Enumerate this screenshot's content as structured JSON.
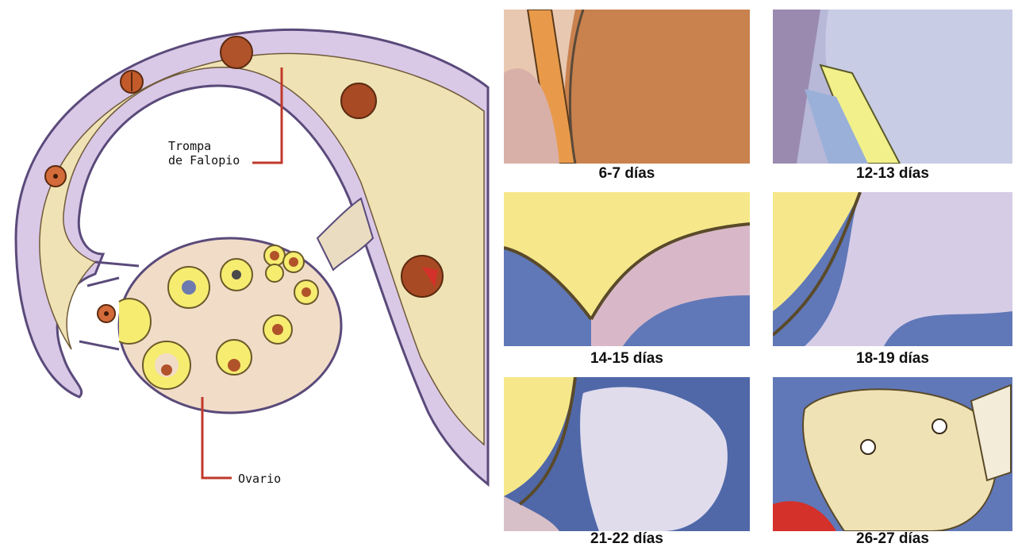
{
  "left_diagram": {
    "tube_label_line1": "Trompa",
    "tube_label_line2": "de Falopio",
    "ovary_label": "Ovario"
  },
  "stages": [
    {
      "caption": "6-7 días"
    },
    {
      "caption": "12-13 días"
    },
    {
      "caption": "14-15 días"
    },
    {
      "caption": "18-19 días"
    },
    {
      "caption": "21-22 días"
    },
    {
      "caption": "26-27 días"
    }
  ],
  "colors": {
    "tube_fill": "#efe2b4",
    "tube_outline": "#5a4a7a",
    "lavender": "#d9c8e6",
    "embryo_brown": "#b0532a",
    "follicle_yellow": "#f6ec70",
    "leader_line": "#c0392b"
  }
}
